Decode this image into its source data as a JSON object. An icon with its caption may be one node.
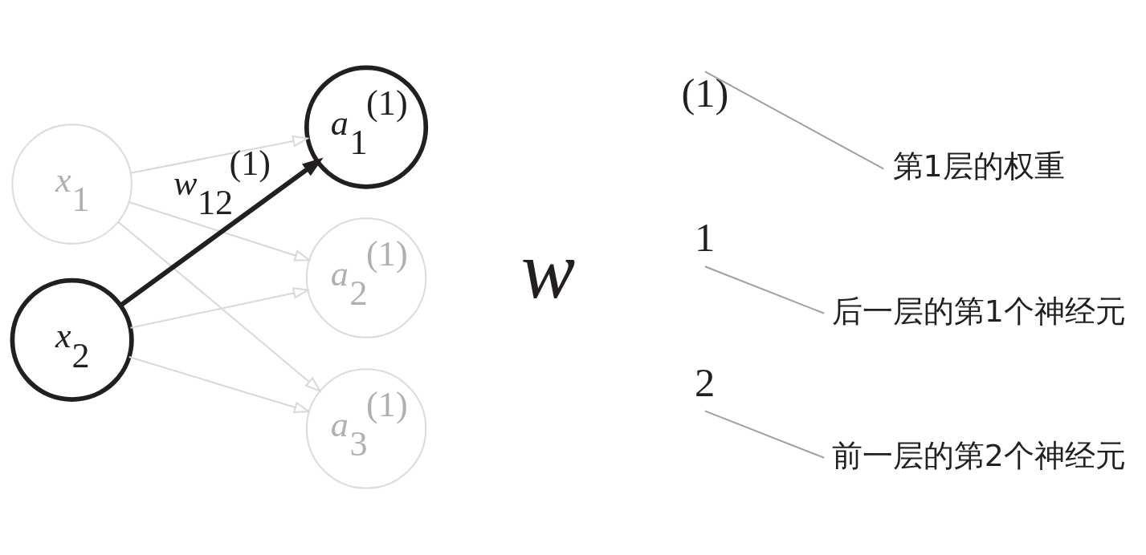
{
  "diagram": {
    "nodes": [
      {
        "text": [
          "*x*$_{1}$"
        ]
      },
      {
        "text": [
          "*x*$_{2}$"
        ]
      },
      {
        "text": [
          "*a*$_{1}$$^{(1)}$"
        ]
      },
      {
        "text": [
          "*a*$_{2}$$^{(1)}$"
        ]
      },
      {
        "text": [
          "*a*$_{3}$$^{(1)}$"
        ]
      },
      {
        "text": [
          "(1)"
        ]
      },
      {
        "text": [
          "1"
        ]
      },
      {
        "text": [
          "2"
        ]
      },
      {
        "text": [
          "第1层的权重"
        ]
      },
      {
        "text": [
          "前一层的第2个神经元"
        ]
      },
      {
        "text": [
          "后一层的第1个神经元"
        ]
      }
    ],
    "edges": [
      {
        "from": 0,
        "to": 2,
        "arrow": "to"
      },
      {
        "from": 0,
        "to": 3,
        "arrow": "to"
      },
      {
        "from": 0,
        "to": 4,
        "arrow": "to"
      },
      {
        "from": 1,
        "to": 2,
        "arrow": "to",
        "label": "*w*$_{12}$$^{(1)}$",
        "style": "thick",
        "color": "#231f20"
      },
      {
        "from": 1,
        "to": 3,
        "arrow": "to"
      },
      {
        "from": 1,
        "to": 4,
        "arrow": "to"
      },
      {
        "from": 8,
        "to": 5,
        "arrow": "none",
        "color": "#a0a0a0"
      },
      {
        "from": 9,
        "to": 7,
        "arrow": "none",
        "color": "#a0a0a0"
      },
      {
        "from": 10,
        "to": 6,
        "arrow": "none",
        "color": "#a0a0a0"
      }
    ],
    "labels": [
      "w"
    ]
  }
}
